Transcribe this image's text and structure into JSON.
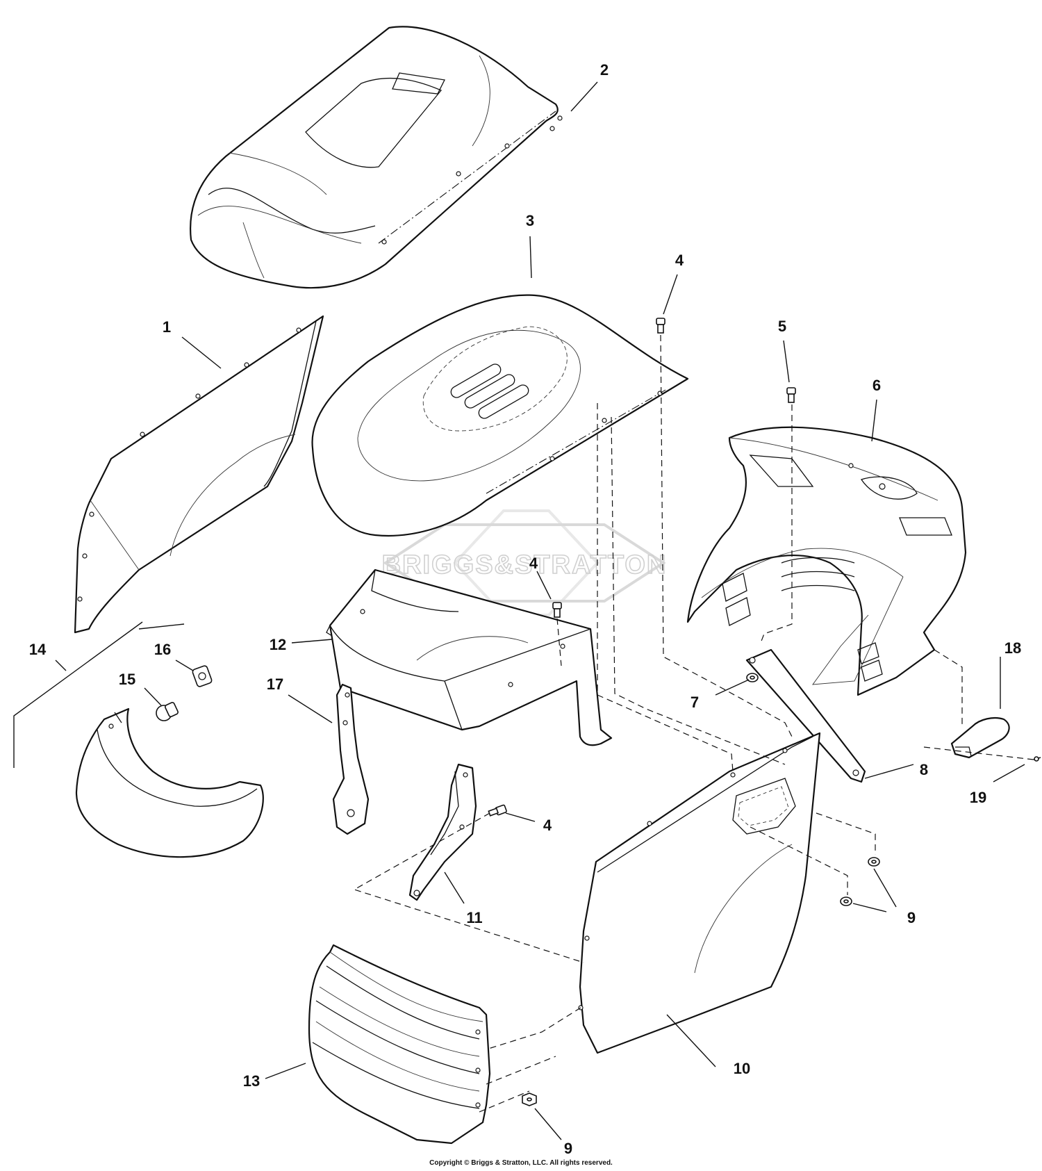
{
  "watermark": {
    "text": "BRIGGS&STRATTON"
  },
  "callouts": [
    {
      "id": "c1",
      "text": "1"
    },
    {
      "id": "c2",
      "text": "2"
    },
    {
      "id": "c3",
      "text": "3"
    },
    {
      "id": "c4a",
      "text": "4"
    },
    {
      "id": "c4b",
      "text": "4"
    },
    {
      "id": "c4c",
      "text": "4"
    },
    {
      "id": "c5",
      "text": "5"
    },
    {
      "id": "c6",
      "text": "6"
    },
    {
      "id": "c7",
      "text": "7"
    },
    {
      "id": "c8",
      "text": "8"
    },
    {
      "id": "c9a",
      "text": "9"
    },
    {
      "id": "c9b",
      "text": "9"
    },
    {
      "id": "c10",
      "text": "10"
    },
    {
      "id": "c11",
      "text": "11"
    },
    {
      "id": "c12",
      "text": "12"
    },
    {
      "id": "c13",
      "text": "13"
    },
    {
      "id": "c14",
      "text": "14"
    },
    {
      "id": "c15",
      "text": "15"
    },
    {
      "id": "c16",
      "text": "16"
    },
    {
      "id": "c17",
      "text": "17"
    },
    {
      "id": "c18",
      "text": "18"
    },
    {
      "id": "c19",
      "text": "19"
    }
  ],
  "footer": {
    "copyright": "Copyright © Briggs & Stratton, LLC. All rights reserved."
  }
}
